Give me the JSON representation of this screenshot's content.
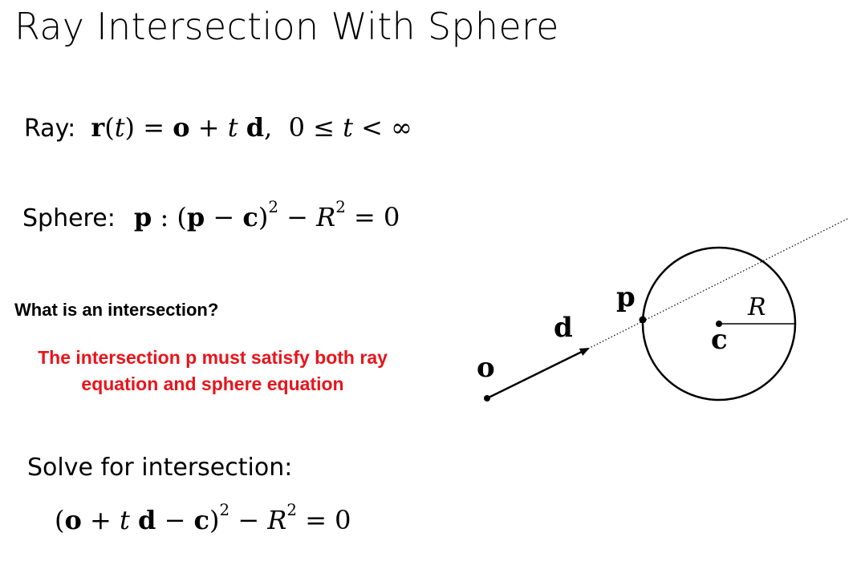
{
  "slide": {
    "title": "Ray Intersection With Sphere"
  },
  "ray": {
    "label": "Ray:",
    "r": "r",
    "t": "t",
    "o": "o",
    "d": "d",
    "range_start": "0",
    "range_end": "∞"
  },
  "sphere": {
    "label": "Sphere:",
    "p": "p",
    "c": "c",
    "R": "R",
    "exp": "2",
    "zero": "0"
  },
  "question": "What is an intersection?",
  "answer": "The intersection p must satisfy both ray equation and sphere equation",
  "solve": {
    "label": "Solve for intersection:",
    "o": "o",
    "t": "t",
    "d": "d",
    "c": "c",
    "R": "R",
    "exp": "2",
    "zero": "0"
  },
  "diagram": {
    "o_label": "o",
    "d_label": "d",
    "p_label": "p",
    "c_label": "c",
    "R_label": "R"
  }
}
